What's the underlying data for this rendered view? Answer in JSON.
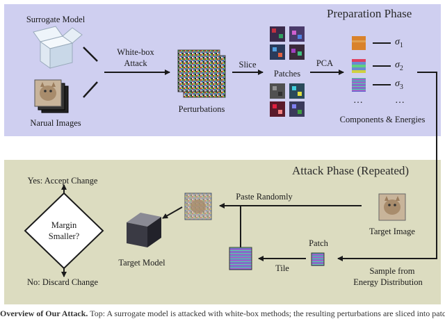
{
  "preparation": {
    "title": "Preparation Phase",
    "surrogate_model": "Surrogate Model",
    "natural_images": "Narual Images",
    "attack_arrow": [
      "White-box",
      "Attack"
    ],
    "perturbations": "Perturbations",
    "slice": "Slice",
    "patches": "Patches",
    "pca": "PCA",
    "components": "Components & Energies",
    "sigmas": [
      {
        "symbol": "σ",
        "index": "1"
      },
      {
        "symbol": "σ",
        "index": "2"
      },
      {
        "symbol": "σ",
        "index": "3"
      }
    ],
    "ellipsis": [
      "…",
      "…"
    ]
  },
  "attack": {
    "title": "Attack Phase (Repeated)",
    "accept": "Yes: Accept Change",
    "discard": "No: Discard Change",
    "decision": [
      "Margin",
      "Smaller?"
    ],
    "target_model": "Target Model",
    "paste_randomly": "Paste Randomly",
    "target_image": "Target Image",
    "patch": "Patch",
    "tile": "Tile",
    "sample": [
      "Sample from",
      "Energy Distribution"
    ]
  },
  "caption": {
    "bold": "Overview of Our Attack.",
    "text": " Top: A surrogate model is attacked with white-box methods; the resulting perturbations are sliced into patches and decomposed with PCA…"
  },
  "colors": {
    "prep_bg": "#cfcff0",
    "attack_bg": "#dcdcc0",
    "line": "#1a1a1a"
  }
}
